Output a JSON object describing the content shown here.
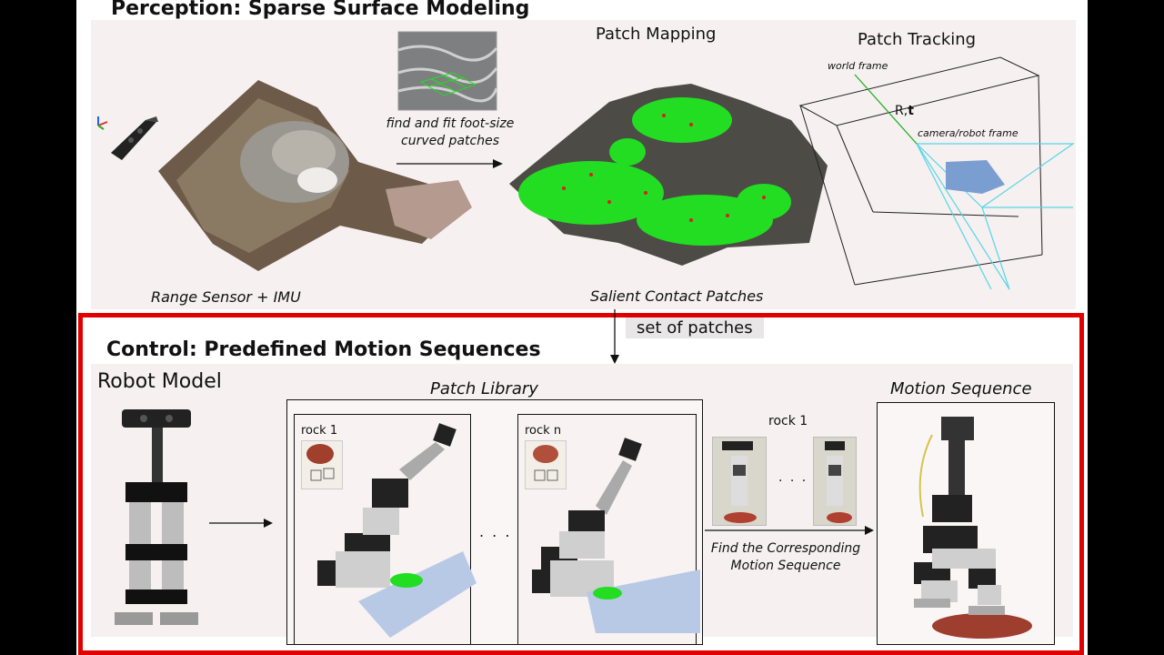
{
  "top": {
    "title": "Perception: Sparse Surface Modeling",
    "fit_label": [
      "find and fit foot-size",
      "curved patches"
    ],
    "patch_mapping": "Patch Mapping",
    "patch_tracking": "Patch Tracking",
    "world_frame": "world frame",
    "rt_r": "R,",
    "rt_t": "t",
    "camera_frame": "camera/robot frame",
    "range_sensor": "Range Sensor + IMU",
    "salient": "Salient Contact Patches"
  },
  "link": {
    "set_of_patches": "set of patches"
  },
  "bottom": {
    "title": "Control: Predefined Motion Sequences",
    "robot_model": "Robot Model",
    "patch_library": "Patch Library",
    "rock1": "rock 1",
    "rockn": "rock n",
    "ellipsis": ". . .",
    "photos_title": "rock 1",
    "find_seq": [
      "Find the Corresponding",
      "Motion Sequence"
    ],
    "motion_sequence": "Motion Sequence"
  },
  "colors": {
    "frame_red": "#e00000",
    "patch_green": "#22dd22",
    "camera_cyan": "#55d6e6",
    "dot_red": "#d62020"
  }
}
